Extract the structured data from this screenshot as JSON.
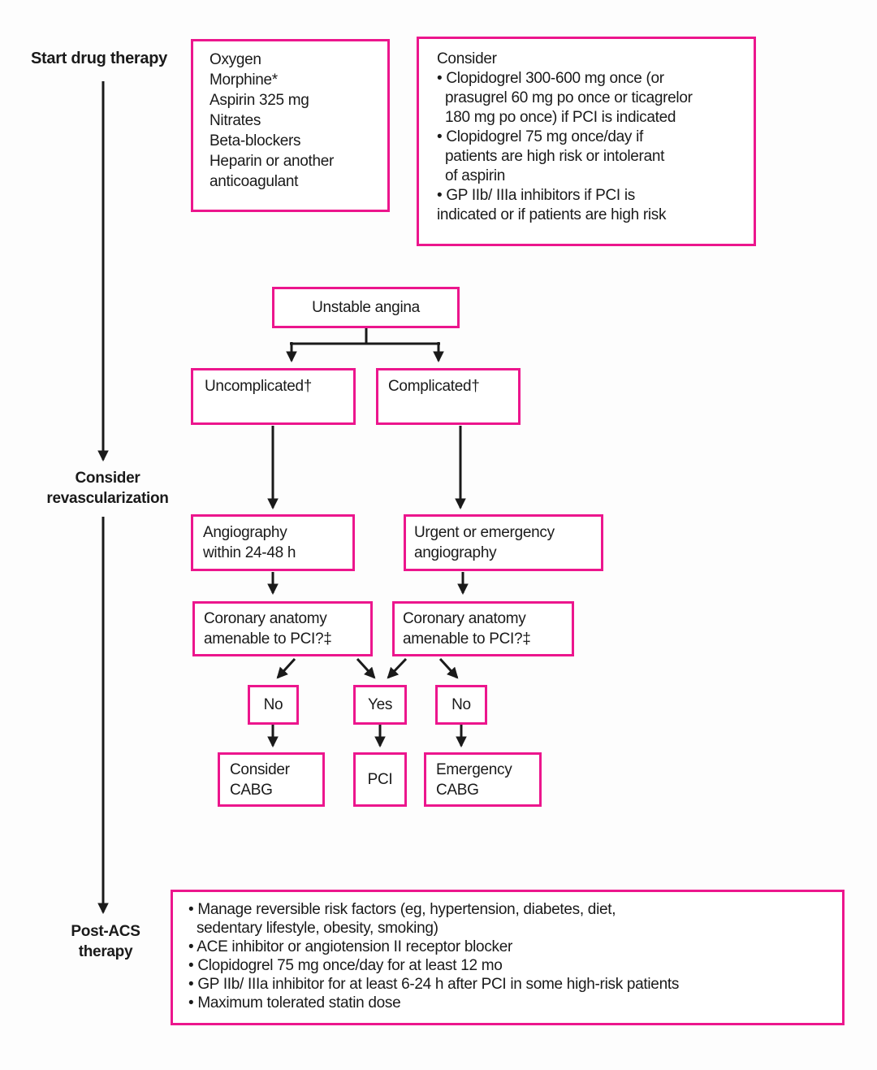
{
  "page": {
    "background_color": "#fdfdfd",
    "box_border_color": "#ec168d",
    "box_fill_color": "#ffffff",
    "text_color": "#1a1a1a",
    "connector_color": "#1a1a1a"
  },
  "labels": {
    "start": "Start drug therapy",
    "consider_revascularization": "Consider\nrevascularization",
    "post_acs": "Post-ACS\ntherapy"
  },
  "boxes": {
    "drug_therapy": "Oxygen\nMorphine*\nAspirin 325 mg\nNitrates\nBeta-blockers\nHeparin or another\nanticoagulant",
    "consider_list": "Consider\n• Clopidogrel 300-600 mg once (or\n  prasugrel 60 mg po once or ticagrelor\n  180 mg po once) if PCI is indicated\n• Clopidogrel 75 mg once/day if\n  patients are high risk or intolerant\n  of aspirin\n• GP IIb/ IIIa inhibitors if PCI is\nindicated or if patients are high risk",
    "unstable_angina": "Unstable angina",
    "uncomplicated": "Uncomplicated†",
    "complicated": "Complicated†",
    "angiography": "Angiography\nwithin 24-48 h",
    "urgent_angiography": "Urgent or emergency\nangiography",
    "coronary_anatomy_left": "Coronary anatomy\namenable to PCI?‡",
    "coronary_anatomy_right": "Coronary anatomy\namenable to PCI?‡",
    "no_left": "No",
    "yes": "Yes",
    "no_right": "No",
    "consider_cabg": "Consider\nCABG",
    "pci": "PCI",
    "emergency_cabg": "Emergency\nCABG",
    "post_acs_therapy": "• Manage reversible risk factors (eg, hypertension, diabetes, diet,\n  sedentary lifestyle, obesity, smoking)\n• ACE inhibitor or angiotension II receptor blocker\n• Clopidogrel 75 mg once/day for at least 12 mo\n• GP IIb/ IIIa inhibitor for at least 6-24 h after PCI in some high-risk patients\n• Maximum tolerated statin dose"
  }
}
